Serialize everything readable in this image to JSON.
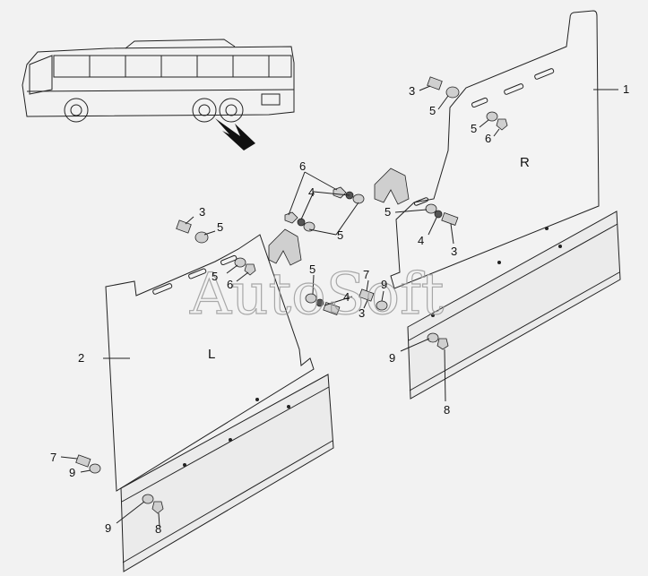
{
  "watermark": "AutoSoft",
  "side_labels": {
    "right": "R",
    "left": "L"
  },
  "callouts": {
    "c1": "1",
    "c2": "2",
    "r3a": "3",
    "r5a": "5",
    "r5b": "5",
    "r6a": "6",
    "r5c": "5",
    "r4a": "4",
    "r3b": "3",
    "m6": "6",
    "m4": "4",
    "m5": "5",
    "l3": "3",
    "l5a": "5",
    "l5b": "5",
    "l6": "6",
    "c5": "5",
    "c4": "4",
    "c7": "7",
    "c9": "9",
    "c3": "3",
    "r9": "9",
    "r8": "8",
    "l7": "7",
    "l9a": "9",
    "l9b": "9",
    "l8": "8"
  }
}
